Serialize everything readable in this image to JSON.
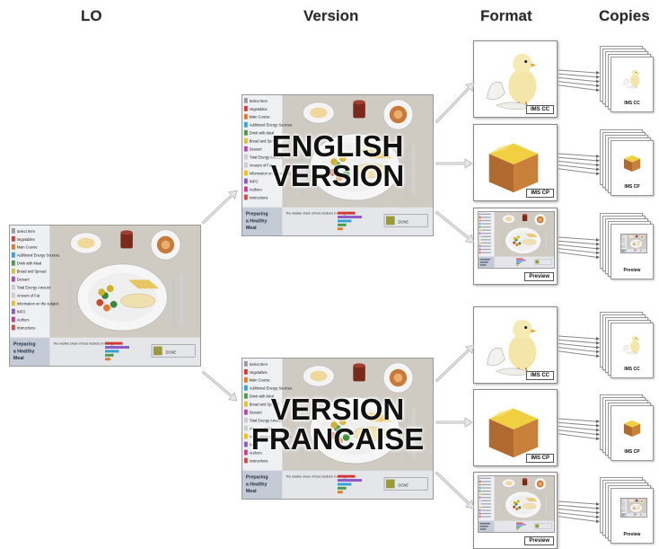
{
  "headers": {
    "lo": "LO",
    "version": "Version",
    "format": "Format",
    "copies": "Copies"
  },
  "versions": {
    "english": [
      "ENGLISH",
      "VERSION"
    ],
    "french": [
      "VERSION",
      "FRANCAISE"
    ]
  },
  "formats": [
    "IMS CC",
    "IMS CP",
    "Preview"
  ],
  "icons": {
    "ims_cc": "egg-chick-icon",
    "ims_cp": "package-box-icon",
    "preview": "screenshot-thumbnail-icon"
  },
  "screen": {
    "menu_items": [
      "Select Item",
      "Vegetables",
      "Main Course",
      "Additional Energy Sources",
      "Drink with Meal",
      "Bread and Spread",
      "Dessert",
      "Total Energy Amount",
      "Amount of Fat",
      "Information on the subject",
      "INFO",
      "Authors",
      "Instructions"
    ],
    "menu_colors": [
      "#9a9a9a",
      "#d23a3a",
      "#e07a2a",
      "#3aa0d8",
      "#4a9a4a",
      "#d7c43a",
      "#b04ab0",
      "#cccccc",
      "#cccccc",
      "#f0c020",
      "#8a5ac8",
      "#c83a8a",
      "#d04a4a"
    ],
    "footer_title": [
      "Preparing",
      "a Healthy",
      "Meal"
    ],
    "footer_text": "The relative share of food sections in energy intake",
    "done_label": "DONE"
  },
  "colors": {
    "arrow": "#b5b5b5",
    "frame": "#8a8a8a"
  }
}
